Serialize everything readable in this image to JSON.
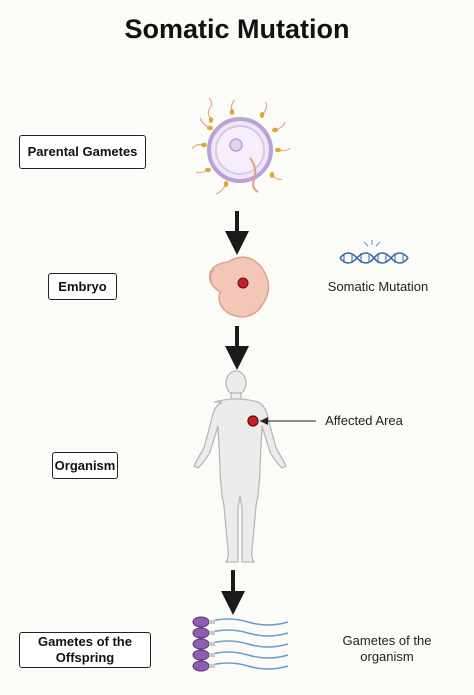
{
  "title": "Somatic Mutation",
  "stages": [
    {
      "label": "Parental Gametes"
    },
    {
      "label": "Embryo"
    },
    {
      "label": "Organism"
    },
    {
      "label": "Gametes of the Offspring"
    }
  ],
  "annotations": {
    "somatic_mutation": "Somatic Mutation",
    "affected_area": "Affected Area",
    "gametes_of_organism": "Gametes of the organism"
  },
  "colors": {
    "arrow": "#1a1a1a",
    "mutation": "#c8202a",
    "dna": "#3a6aa8",
    "egg": "#b9a2d8",
    "embryo": "#f3c7b8",
    "human": "#ececec",
    "sperm_head": "#8d5fb0",
    "sperm_tail": "#6a9ccc"
  }
}
